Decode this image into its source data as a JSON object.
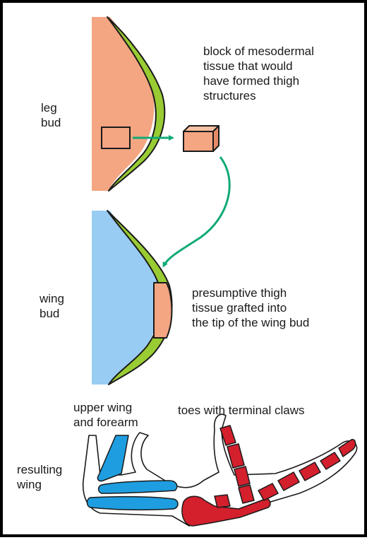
{
  "labels": {
    "leg_bud": [
      "leg",
      "bud"
    ],
    "block": [
      "block of mesodermal",
      "tissue that would",
      "have formed thigh",
      "structures"
    ],
    "wing_bud": [
      "wing",
      "bud"
    ],
    "grafted": [
      "presumptive thigh",
      "tissue grafted into",
      "the tip of the wing bud"
    ],
    "upper_wing": [
      "upper wing",
      "and forearm"
    ],
    "toes": [
      "toes with terminal claws"
    ],
    "resulting_wing": [
      "resulting",
      "wing"
    ]
  },
  "colors": {
    "leg_mesoderm": "#f4a582",
    "wing_mesoderm": "#99ccf2",
    "ectoderm_ridge": "#99cc33",
    "arrow": "#11aa77",
    "wing_bones": "#1e9ee0",
    "thigh_bones": "#d41f2d",
    "outline": "#1a1a1a"
  }
}
